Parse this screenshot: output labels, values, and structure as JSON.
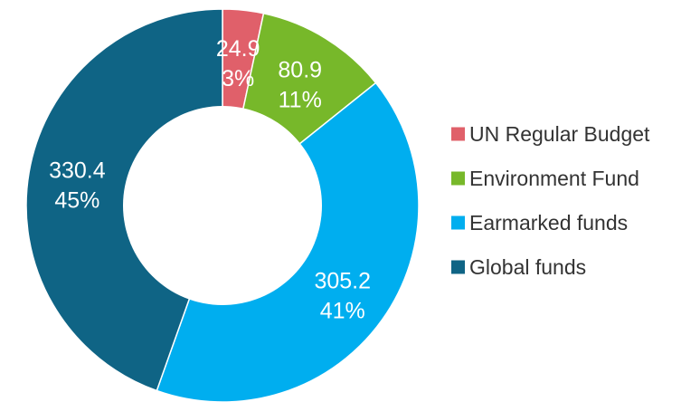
{
  "chart_data": {
    "type": "pie",
    "variant": "donut",
    "title": "",
    "series": [
      {
        "name": "UN Regular Budget",
        "value": 24.9,
        "percent_label": "3%",
        "color": "#e0606a"
      },
      {
        "name": "Environment Fund",
        "value": 80.9,
        "percent_label": "11%",
        "color": "#77b82a"
      },
      {
        "name": "Earmarked funds",
        "value": 305.2,
        "percent_label": "41%",
        "color": "#00aeef"
      },
      {
        "name": "Global funds",
        "value": 330.4,
        "percent_label": "45%",
        "color": "#0f6485"
      }
    ],
    "legend_position": "right"
  }
}
